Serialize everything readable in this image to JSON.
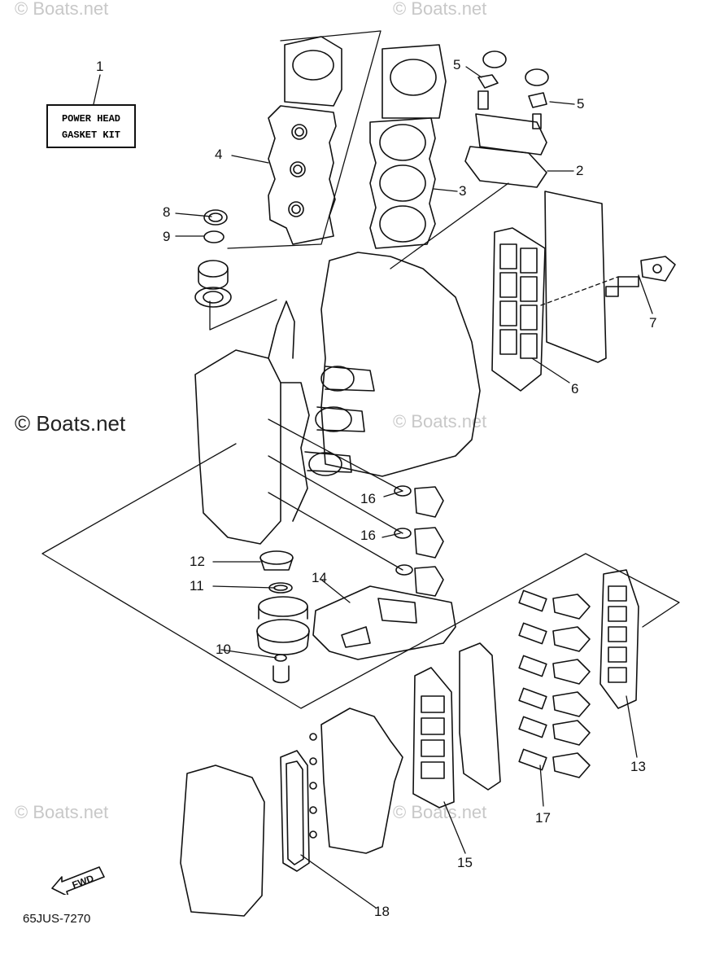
{
  "watermarks": {
    "top_left": "© Boats.net",
    "top_right": "© Boats.net",
    "mid_left": "© Boats.net",
    "mid_right": "© Boats.net",
    "bottom_left": "© Boats.net",
    "bottom_right": "© Boats.net"
  },
  "kit_label": {
    "line1": "POWER HEAD",
    "line2": "GASKET KIT"
  },
  "callouts": {
    "c1": "1",
    "c2": "2",
    "c3": "3",
    "c4": "4",
    "c5a": "5",
    "c5b": "5",
    "c6": "6",
    "c7": "7",
    "c8": "8",
    "c9": "9",
    "c10": "10",
    "c11": "11",
    "c12": "12",
    "c13": "13",
    "c14": "14",
    "c15": "15",
    "c16a": "16",
    "c16b": "16",
    "c17": "17",
    "c18": "18"
  },
  "fwd_label": "FWD",
  "diagram_code": "65JUS-7270",
  "colors": {
    "ink": "#111111",
    "watermark": "#c8c8c8"
  }
}
